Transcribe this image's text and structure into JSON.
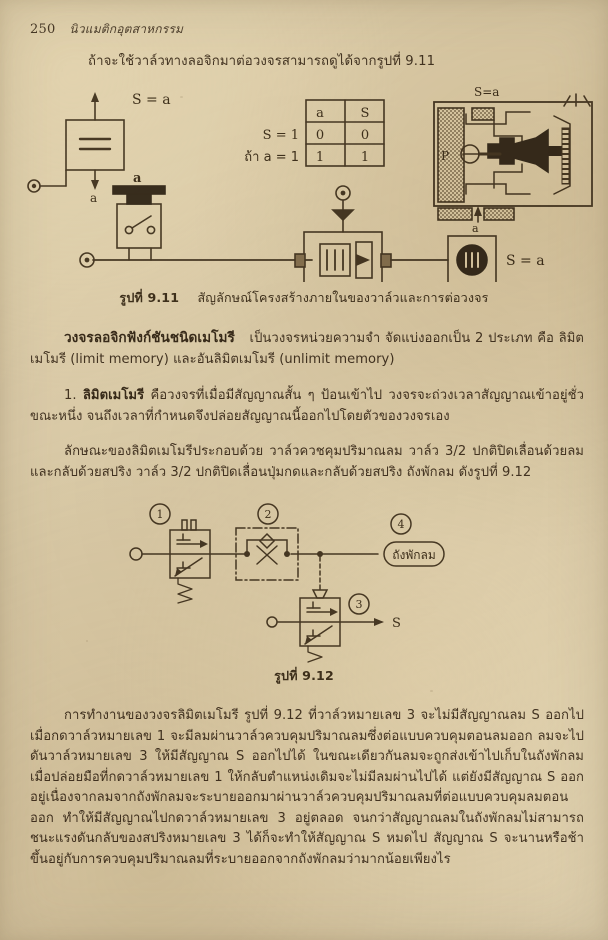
{
  "page": {
    "number": "250",
    "running_title": "นิวแมติกอุตสาหกรรม",
    "background_color": "#e7dcc1",
    "ink_color": "#463726"
  },
  "intro": {
    "text": "ถ้าจะใช้วาล์วทางลอจิกมาต่อวงจรสามารถดูได้จากรูปที่ 9.11"
  },
  "figure_911": {
    "caption_label": "รูปที่ 9.11",
    "caption_text": "สัญลักษณ์โครงสร้างภายในของวาล์วและการต่อวงจร",
    "logic_symbol": {
      "block_glyph": "=",
      "output_label": "S = a",
      "input_label": "a"
    },
    "truth_table": {
      "headers": [
        "a",
        "S"
      ],
      "rows": [
        [
          "0",
          "0"
        ],
        [
          "1",
          "1"
        ]
      ],
      "side_labels": [
        "S = 1",
        "ถ้า a = 1"
      ]
    },
    "cutaway": {
      "port_supply_label": "P",
      "signal_label": "S=a",
      "input_label": "a"
    },
    "circuit": {
      "pushbutton_label": "a",
      "output_label": "S = a"
    }
  },
  "section": {
    "heading": "วงจรลอจิกฟังก์ชันชนิดเมโมรี",
    "body": "เป็นวงจรหน่วยความจำ    จัดแบ่งออกเป็น 2 ประเภท  คือ ลิมิตเมโมรี (limit memory)    และอันลิมิตเมโมรี (unlimit memory)"
  },
  "paragraph_1": {
    "number": "1.",
    "lead": "ลิมิตเมโมรี",
    "text": "คือวงจรที่เมื่อมีสัญญาณสั้น ๆ ป้อนเข้าไป    วงจรจะถ่วงเวลาสัญญาณเข้าอยู่ชั่วขณะหนึ่ง  จนถึงเวลาที่กำหนดจึงปล่อยสัญญาณนี้ออกไปโดยตัวของวงจรเอง"
  },
  "paragraph_2": {
    "text": "ลักษณะของลิมิตเมโมรีประกอบด้วย  วาล์วควชคุมปริมาณลม  วาล์ว 3/2 ปกติปิดเลื่อนด้วยลมและกลับด้วยสปริง  วาล์ว 3/2 ปกติปิดเลื่อนปุ่มกดและกลับด้วยสปริง  ถังพักลม  ดังรูปที่ 9.12"
  },
  "figure_912": {
    "caption_label": "รูปที่ 9.12",
    "callouts": [
      "1",
      "2",
      "3",
      "4"
    ],
    "tank_label": "ถังพักลม",
    "output_label": "S"
  },
  "paragraph_3": {
    "text": "การทำงานของวงจรลิมิตเมโมรี รูปที่ 9.12 ที่วาล์วหมายเลข 3 จะไม่มีสัญญาณลม S ออกไป   เมื่อกดวาล์วหมายเลข 1 จะมีลมผ่านวาล์วควบคุมปริมาณลมซึ่งต่อแบบควบคุมตอนลมออก ลมจะไปดันวาล์วหมายเลข 3 ให้มีสัญญาณ S ออกไปได้  ในขณะเดียวกันลมจะถูกส่งเข้าไปเก็บในถังพักลม  เมื่อปล่อยมือที่กดวาล์วหมายเลข 1 ให้กลับตำแหน่งเดิมจะไม่มีลมผ่านไปได้  แต่ยังมีสัญญาณ S ออกอยู่เนื่องจากลมจากถังพักลมจะระบายออกมาผ่านวาล์วควบคุมปริมาณลมที่ต่อแบบควบคุมลมตอนออก  ทำให้มีสัญญาณไปกดวาล์วหมายเลข 3 อยู่ตลอด  จนกว่าสัญญาณลมในถังพักลมไม่สามารถชนะแรงดันกลับของสปริงหมายเลข 3 ได้ก็จะทำให้สัญญาณ S หมดไป   สัญญาณ S จะนานหรือช้าขึ้นอยู่กับการควบคุมปริมาณลมที่ระบายออกจากถังพักลมว่ามากน้อยเพียงไร"
  }
}
